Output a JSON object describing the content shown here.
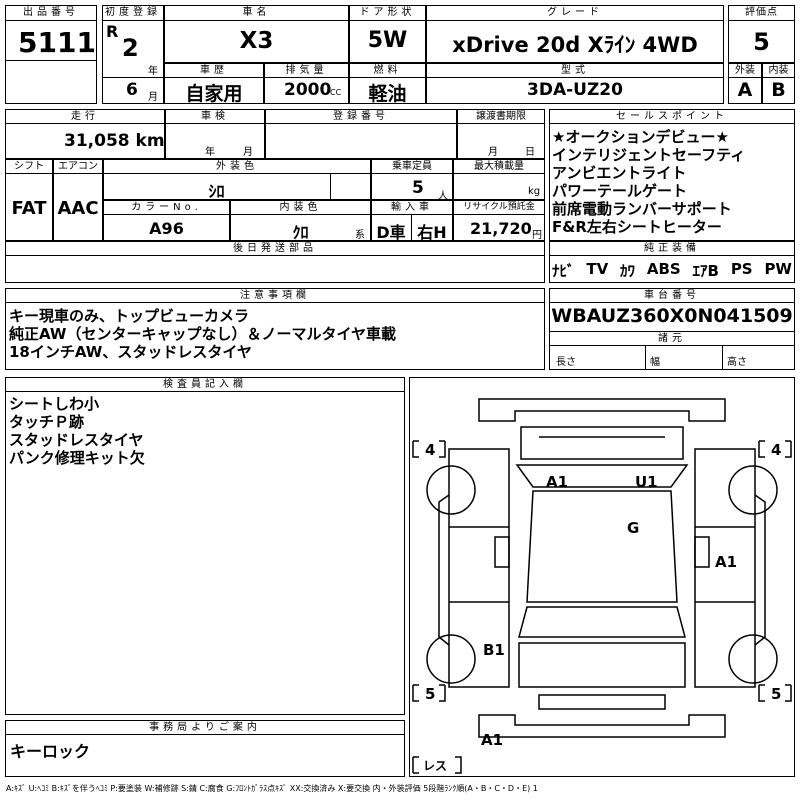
{
  "header": {
    "lot_label": "出品番号",
    "lot": "5111",
    "first_reg_label": "初度登録",
    "era": "R",
    "year": "2",
    "year_unit": "年",
    "month": "6",
    "month_unit": "月",
    "name_label": "車名",
    "name": "X3",
    "door_label": "ドア形状",
    "door": "5W",
    "grade_label": "グレード",
    "grade": "xDrive 20d Xﾗｲﾝ 4WD",
    "score_label": "評価点",
    "score": "5",
    "history_label": "車歴",
    "history": "自家用",
    "displacement_label": "排気量",
    "displacement": "2000",
    "cc": "CC",
    "fuel_label": "燃料",
    "fuel": "軽油",
    "model_label": "型式",
    "model": "3DA-UZ20",
    "ext_label": "外装",
    "ext": "A",
    "int_label": "内装",
    "int": "B"
  },
  "row2": {
    "mileage_label": "走行",
    "mileage": "31,058 km",
    "inspection_label": "車検",
    "insp_year_unit": "年",
    "insp_month_unit": "月",
    "regno_label": "登録番号",
    "transfer_label": "譲渡書期限",
    "tr_month_unit": "月",
    "tr_day_unit": "日",
    "shift_label": "シフト",
    "shift": "FAT",
    "ac_label": "エアコン",
    "ac": "AAC",
    "color_label": "外装色",
    "color": "ｼﾛ",
    "capacity_label": "乗車定員",
    "capacity": "5",
    "capacity_unit": "人",
    "load_label": "最大積載量",
    "load_unit": "kg",
    "colorno_label": "カラーNo.",
    "colorno": "A96",
    "intcolor_label": "内装色",
    "intcolor": "ｸﾛ",
    "intcolor_suffix": "系",
    "import_label": "輸入車",
    "import": "D車",
    "handle": "右H",
    "recycle_label": "リサイクル預託金",
    "recycle": "21,720",
    "yen": "円",
    "later_label": "後日発送部品"
  },
  "sales": {
    "label": "セールスポイント",
    "items": [
      "★オークションデビュー★",
      "インテリジェントセーフティ",
      "アンビエントライト",
      "パワーテールゲート",
      "前席電動ランバーサポート",
      "F&R左右シートヒーター"
    ]
  },
  "equipment": {
    "label": "純正装備",
    "items": [
      "ﾅﾋﾞ",
      "TV",
      "ｶﾜ",
      "ABS",
      "ｴｱB",
      "PS",
      "PW"
    ]
  },
  "notes": {
    "label": "注意事項欄",
    "lines": [
      "キー現車のみ、トップビューカメラ",
      "純正AW（センターキャップなし）＆ノーマルタイヤ車載",
      "18インチAW、スタッドレスタイヤ"
    ]
  },
  "chassis": {
    "label": "車台番号",
    "number": "WBAUZ360X0N041509",
    "dims_label": "諸元",
    "length": "長さ",
    "width": "幅",
    "height": "高さ"
  },
  "inspector": {
    "label": "検査員記入欄",
    "lines": [
      "シートしわ小",
      "タッチＰ跡",
      "スタッドレスタイヤ",
      "パンク修理キット欠"
    ]
  },
  "diagram": {
    "tire_fl": "4",
    "tire_fr": "4",
    "tire_rl": "5",
    "tire_rr": "5",
    "marks": [
      "A1",
      "U1",
      "G",
      "A1",
      "B1",
      "A1"
    ],
    "spare_label": "レス"
  },
  "office": {
    "label": "事務局よりご案内",
    "text": "キーロック"
  },
  "legend": "A:ｷｽﾞ U:ﾍｺﾐ B:ｷｽﾞを伴うﾍｺﾐ P:要塗装 W:補修跡 S:錆 C:腐食 G:ﾌﾛﾝﾄｶﾞﾗｽ点ｷｽﾞ XX:交換済み X:要交換 内・外装評価 5段階ﾗﾝｸ順(A・B・C・D・E) 1"
}
